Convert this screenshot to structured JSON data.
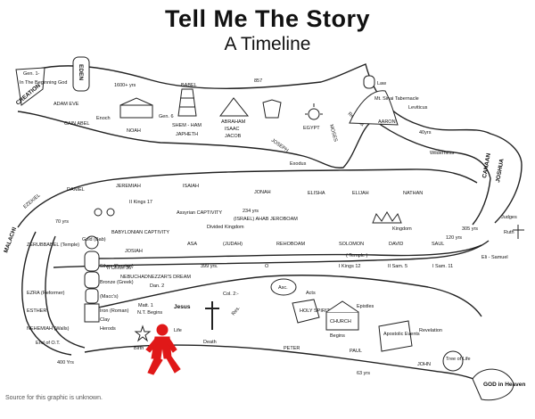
{
  "title": "Tell Me The Story",
  "subtitle": "A Timeline",
  "source_note": "Source for this graphic is unknown.",
  "colors": {
    "ink": "#222222",
    "walker": "#e01818",
    "paper": "#ffffff"
  },
  "walker_icon": "red-walking-person",
  "row1": {
    "gen1": "Gen. 1-",
    "beginning": "In The Beginning God",
    "creation": "CREATION",
    "eden": "EDEN",
    "adam_eve": "ADAM EVE",
    "cain_abel": "CAIN ABEL",
    "years_1600": "1600+ yrs",
    "enoch": "Enoch",
    "noah": "NOAH",
    "gen6": "Gen. 6",
    "babel": "BABEL",
    "shem_ham": "SHEM - HAM",
    "japheth": "JAPHETH",
    "yrs_857": "857",
    "abraham": "ABRAHAM",
    "isaac": "ISAAC",
    "jacob": "JACOB",
    "egypt": "EGYPT",
    "joseph": "JOSEPH",
    "moses": "MOSES",
    "exodus": "Exodus",
    "red_sea": "Red Sea",
    "law": "Law",
    "mt_sinai": "Mt. Sinai Tabernacle",
    "aaron": "AARON",
    "leviticus": "Leviticus",
    "yrs_40": "40yrs",
    "wilderness": "Wilderness"
  },
  "row2": {
    "ezekiel": "EZEKIEL",
    "daniel": "DANIEL",
    "jeremiah": "JEREMIAH",
    "isaiah": "ISAIAH",
    "jonah": "JONAH",
    "elisha": "ELISHA",
    "elijah": "ELIJAH",
    "nathan": "NATHAN",
    "canaan": "CANAAN",
    "joshua": "JOSHUA",
    "judges": "Judges",
    "yrs_305": "305 yrs",
    "ii_kings": "II Kings 17",
    "assyrian": "Assyrian CAPTIVITY",
    "yrs_234": "234 yrs",
    "israel": "(ISRAEL) AHAB JEROBOAM",
    "yrs_70": "70 yrs",
    "divided": "Divided Kingdom",
    "kingdom": "Kingdom",
    "yrs_120": "120 yrs",
    "ruth": "Ruth",
    "eli_samuel": "Eli - Samuel",
    "babylonian": "BABYLONIAN CAPTIVITY",
    "josiah": "JOSIAH",
    "asa": "ASA",
    "judah": "(JUDAH)",
    "rehoboam": "REHOBOAM",
    "solomon": "SOLOMON",
    "david": "DAVID",
    "saul": "SAUL",
    "temple": "( Temple )",
    "yrs_399": "399 yrs.",
    "i_kings": "I Kings 12",
    "ii_sam": "II Sam. 5",
    "i_sam": "I Sam. 11",
    "zerubbabel": "ZERUBBABEL (Temple)",
    "ii_chron": "II Chron 36",
    "malachi": "MALACHI",
    "gold_bab": "Gold (Bab)"
  },
  "row3": {
    "ezra": "EZRA (Reformer)",
    "esther": "ESTHER",
    "nehemiah": "NEHEMIAH (Walls)",
    "end_ot": "End of O.T.",
    "yrs_400": "400 Yrs",
    "silver": "Silver (Persian)",
    "bronze": "Bronze (Greek)",
    "macc": "(Macc's)",
    "iron": "Iron (Roman)",
    "clay": "Clay",
    "herods": "Herods",
    "dream": "NEBUCHADNEZZAR'S DREAM",
    "dan2": "Dan. 2",
    "matt1": "Matt. 1",
    "nt_begins": "N.T. Begins",
    "jesus": "Jesus",
    "birth": "Birth",
    "life": "Life",
    "death": "Death",
    "res": "Res.",
    "asc": "Asc.",
    "col2": "Col. 2:-",
    "acts": "Acts",
    "holy_spirit": "HOLY SPIRIT",
    "church": "CHURCH",
    "begins": "Begins",
    "peter": "PETER",
    "paul": "PAUL",
    "epistles": "Epistles",
    "apostolic": "Apostolic Events",
    "revelation": "Revelation",
    "tree_of_life": "Tree of Life",
    "john": "JOHN",
    "yrs_63": "63 yrs",
    "god_heaven": "GOD in Heaven",
    "circle": "O"
  }
}
